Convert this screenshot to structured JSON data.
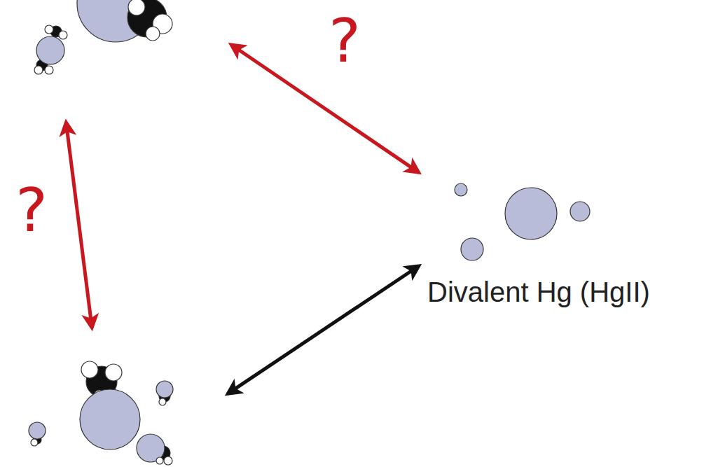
{
  "diagram": {
    "nodes": [
      {
        "text": []
      },
      {
        "text": []
      },
      {
        "text": [
          "Divalent Hg (HgII)"
        ]
      }
    ],
    "edges": [
      {
        "from": 0,
        "to": 2,
        "arrow": "both",
        "label": "?"
      },
      {
        "from": 0,
        "to": 1,
        "arrow": "both",
        "label": "?"
      },
      {
        "from": 1,
        "to": 2,
        "arrow": "both"
      }
    ]
  }
}
